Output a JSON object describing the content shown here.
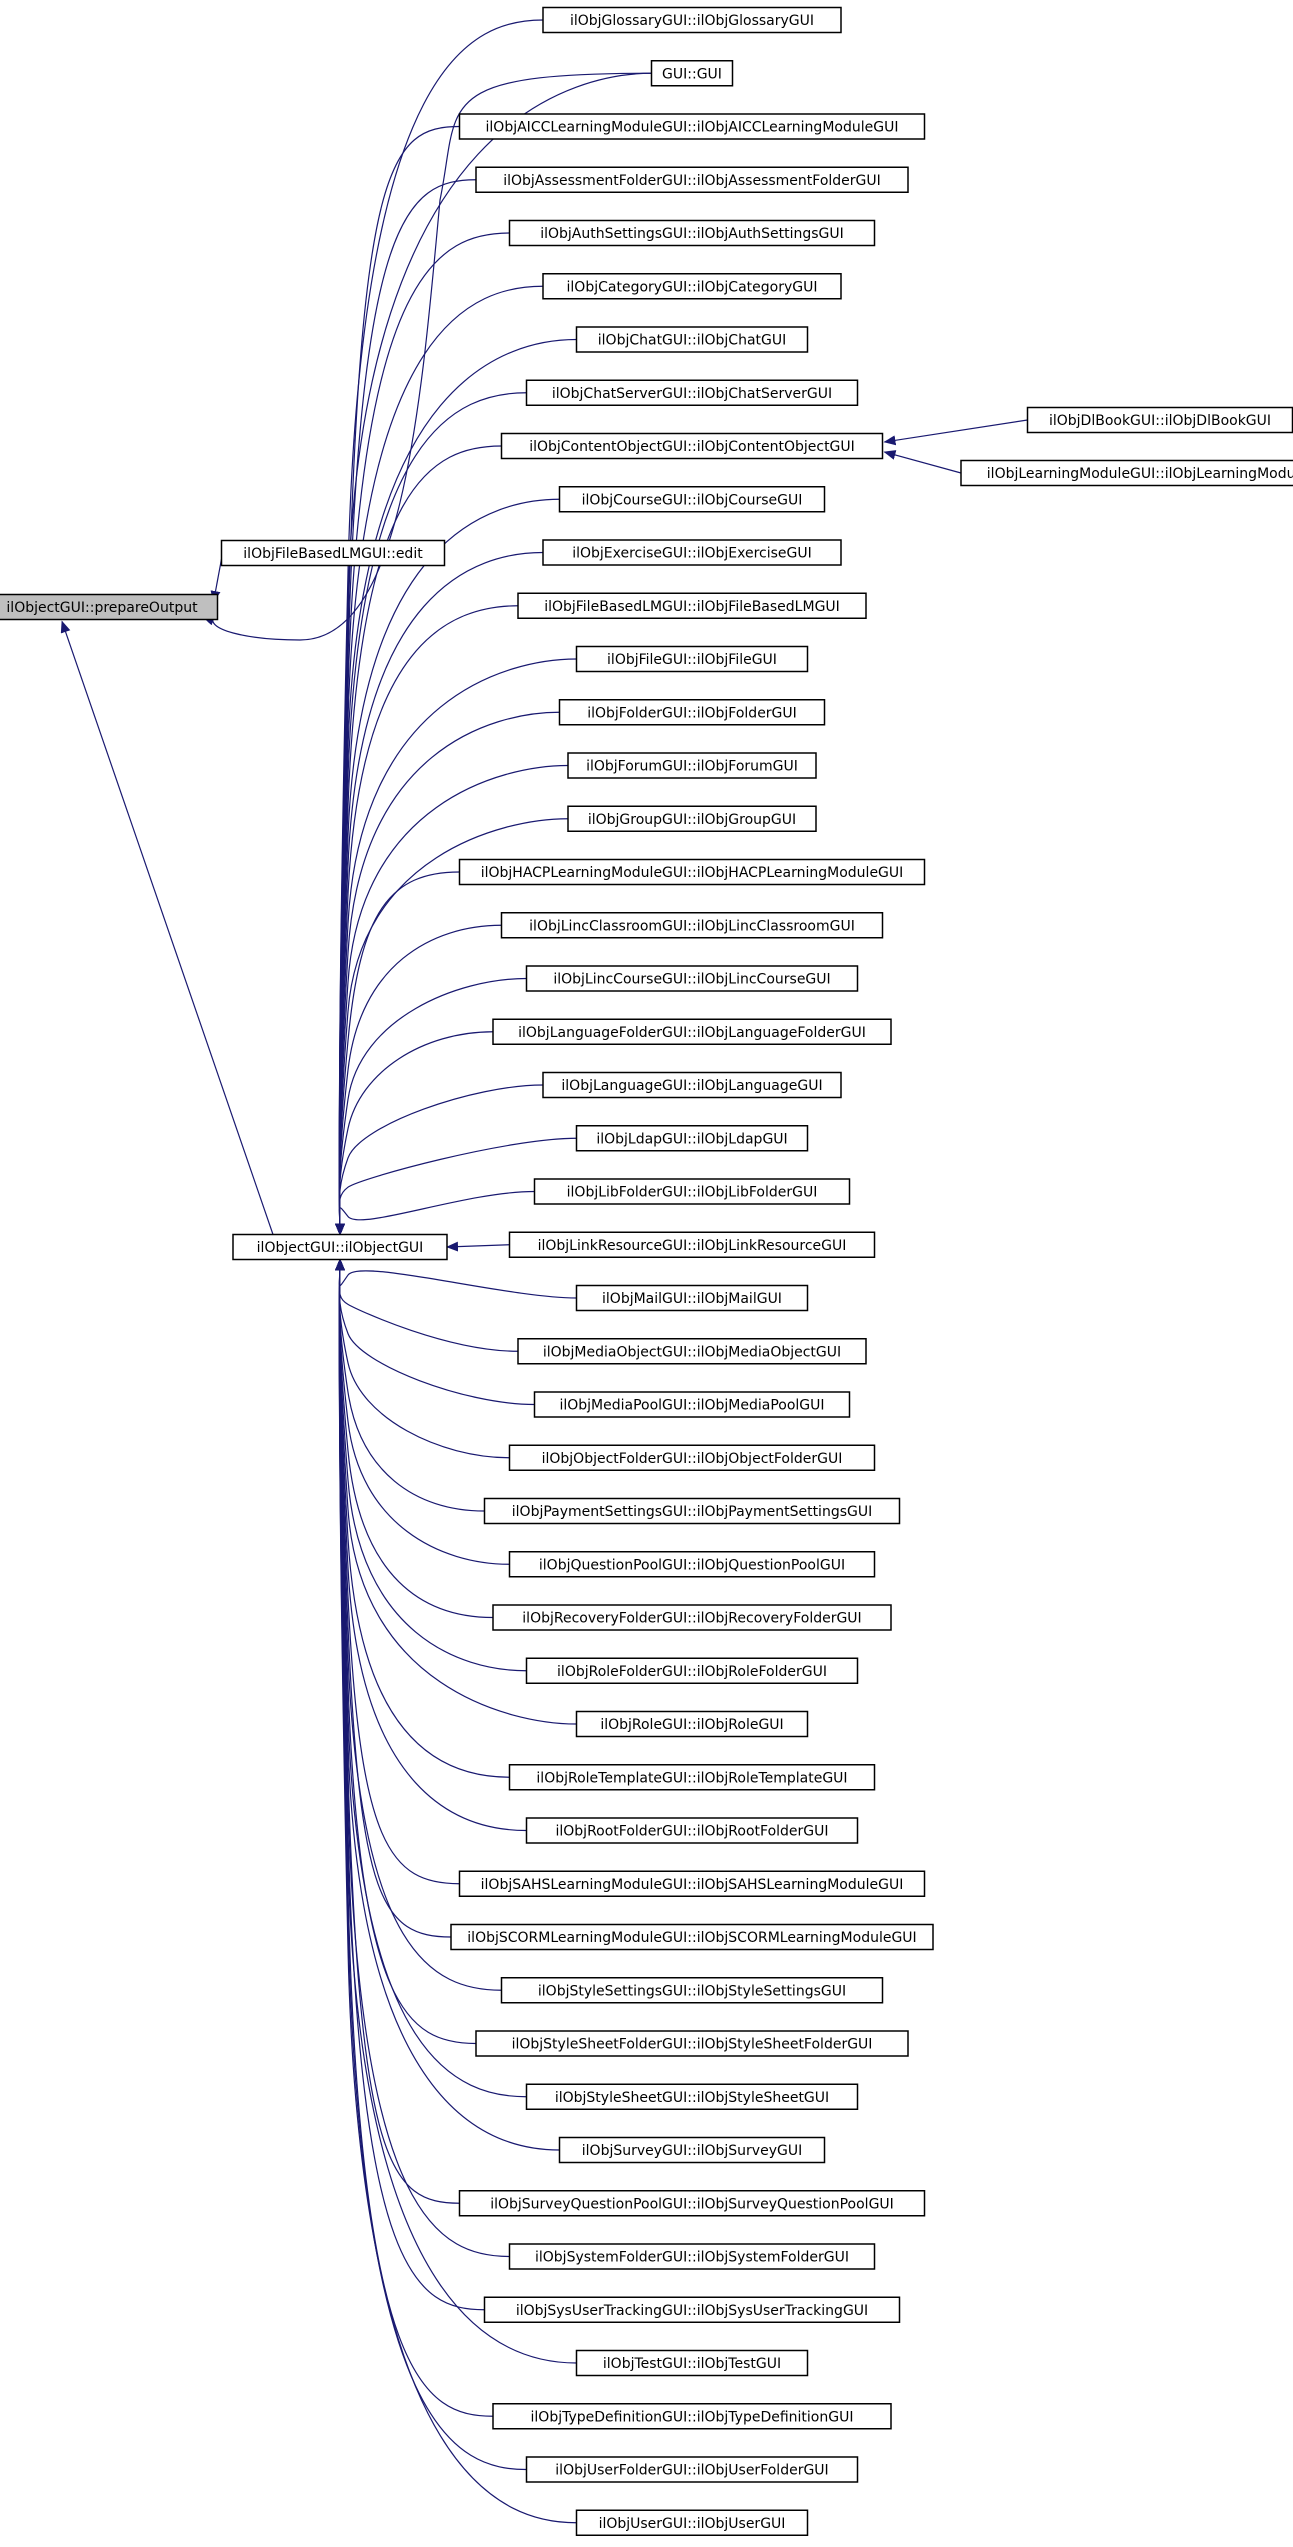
{
  "colors": {
    "edge": "#191970",
    "node_border": "#000000",
    "node_fill": "#ffffff",
    "root_fill": "#bfbfbf",
    "text": "#000000"
  },
  "root": {
    "label": "ilObjectGUI::prepareOutput"
  },
  "mid": [
    {
      "label": "ilObjFileBasedLMGUI::edit"
    },
    {
      "label": "ilObjectGUI::ilObjectGUI"
    }
  ],
  "children": [
    {
      "label": "ilObjGlossaryGUI::ilObjGlossaryGUI"
    },
    {
      "label": "GUI::GUI"
    },
    {
      "label": "ilObjAICCLearningModuleGUI::ilObjAICCLearningModuleGUI"
    },
    {
      "label": "ilObjAssessmentFolderGUI::ilObjAssessmentFolderGUI"
    },
    {
      "label": "ilObjAuthSettingsGUI::ilObjAuthSettingsGUI"
    },
    {
      "label": "ilObjCategoryGUI::ilObjCategoryGUI"
    },
    {
      "label": "ilObjChatGUI::ilObjChatGUI"
    },
    {
      "label": "ilObjChatServerGUI::ilObjChatServerGUI"
    },
    {
      "label": "ilObjContentObjectGUI::ilObjContentObjectGUI"
    },
    {
      "label": "ilObjCourseGUI::ilObjCourseGUI"
    },
    {
      "label": "ilObjExerciseGUI::ilObjExerciseGUI"
    },
    {
      "label": "ilObjFileBasedLMGUI::ilObjFileBasedLMGUI"
    },
    {
      "label": "ilObjFileGUI::ilObjFileGUI"
    },
    {
      "label": "ilObjFolderGUI::ilObjFolderGUI"
    },
    {
      "label": "ilObjForumGUI::ilObjForumGUI"
    },
    {
      "label": "ilObjGroupGUI::ilObjGroupGUI"
    },
    {
      "label": "ilObjHACPLearningModuleGUI::ilObjHACPLearningModuleGUI"
    },
    {
      "label": "ilObjLincClassroomGUI::ilObjLincClassroomGUI"
    },
    {
      "label": "ilObjLincCourseGUI::ilObjLincCourseGUI"
    },
    {
      "label": "ilObjLanguageFolderGUI::ilObjLanguageFolderGUI"
    },
    {
      "label": "ilObjLanguageGUI::ilObjLanguageGUI"
    },
    {
      "label": "ilObjLdapGUI::ilObjLdapGUI"
    },
    {
      "label": "ilObjLibFolderGUI::ilObjLibFolderGUI"
    },
    {
      "label": "ilObjLinkResourceGUI::ilObjLinkResourceGUI"
    },
    {
      "label": "ilObjMailGUI::ilObjMailGUI"
    },
    {
      "label": "ilObjMediaObjectGUI::ilObjMediaObjectGUI"
    },
    {
      "label": "ilObjMediaPoolGUI::ilObjMediaPoolGUI"
    },
    {
      "label": "ilObjObjectFolderGUI::ilObjObjectFolderGUI"
    },
    {
      "label": "ilObjPaymentSettingsGUI::ilObjPaymentSettingsGUI"
    },
    {
      "label": "ilObjQuestionPoolGUI::ilObjQuestionPoolGUI"
    },
    {
      "label": "ilObjRecoveryFolderGUI::ilObjRecoveryFolderGUI"
    },
    {
      "label": "ilObjRoleFolderGUI::ilObjRoleFolderGUI"
    },
    {
      "label": "ilObjRoleGUI::ilObjRoleGUI"
    },
    {
      "label": "ilObjRoleTemplateGUI::ilObjRoleTemplateGUI"
    },
    {
      "label": "ilObjRootFolderGUI::ilObjRootFolderGUI"
    },
    {
      "label": "ilObjSAHSLearningModuleGUI::ilObjSAHSLearningModuleGUI"
    },
    {
      "label": "ilObjSCORMLearningModuleGUI::ilObjSCORMLearningModuleGUI"
    },
    {
      "label": "ilObjStyleSettingsGUI::ilObjStyleSettingsGUI"
    },
    {
      "label": "ilObjStyleSheetFolderGUI::ilObjStyleSheetFolderGUI"
    },
    {
      "label": "ilObjStyleSheetGUI::ilObjStyleSheetGUI"
    },
    {
      "label": "ilObjSurveyGUI::ilObjSurveyGUI"
    },
    {
      "label": "ilObjSurveyQuestionPoolGUI::ilObjSurveyQuestionPoolGUI"
    },
    {
      "label": "ilObjSystemFolderGUI::ilObjSystemFolderGUI"
    },
    {
      "label": "ilObjSysUserTrackingGUI::ilObjSysUserTrackingGUI"
    },
    {
      "label": "ilObjTestGUI::ilObjTestGUI"
    },
    {
      "label": "ilObjTypeDefinitionGUI::ilObjTypeDefinitionGUI"
    },
    {
      "label": "ilObjUserFolderGUI::ilObjUserFolderGUI"
    },
    {
      "label": "ilObjUserGUI::ilObjUserGUI"
    }
  ],
  "content_object_children": [
    {
      "label": "ilObjDlBookGUI::ilObjDlBookGUI"
    },
    {
      "label": "ilObjLearningModuleGUI::ilObjLearningModuleGUI"
    }
  ]
}
